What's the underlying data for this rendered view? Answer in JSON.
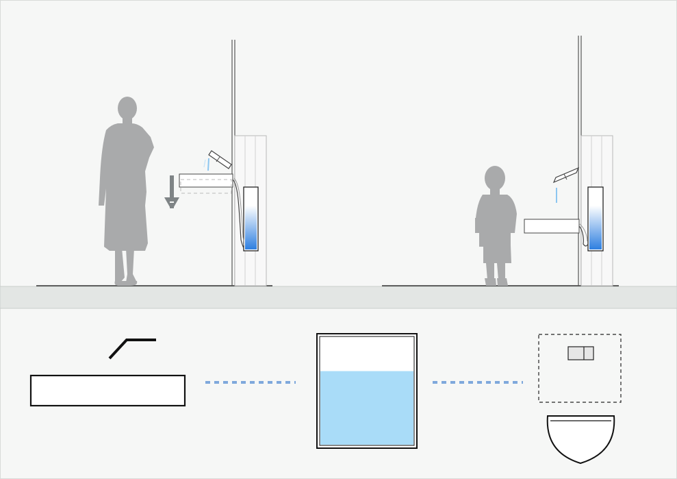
{
  "colors": {
    "background": "#f6f7f6",
    "floor_band": "#e3e6e4",
    "silhouette": "#a9aaab",
    "arrow": "#7f8486",
    "water_light": "#a9dcf8",
    "water_deep": "#2e7fe0",
    "link_dots": "#7fa8dc",
    "outline": "#111111",
    "wall_line": "#555555"
  },
  "icons": {
    "adult": "adult-silhouette-icon",
    "child": "child-silhouette-icon",
    "height_adjust": "down-arrow-icon",
    "basin": "wash-basin-icon",
    "tank": "water-tank-icon",
    "toilet": "toilet-icon",
    "flush": "flush-button-icon"
  },
  "states": {
    "tank_fill": 0.68,
    "elevation_tank_fill_adult": 0.72,
    "elevation_tank_fill_child": 0.72
  }
}
